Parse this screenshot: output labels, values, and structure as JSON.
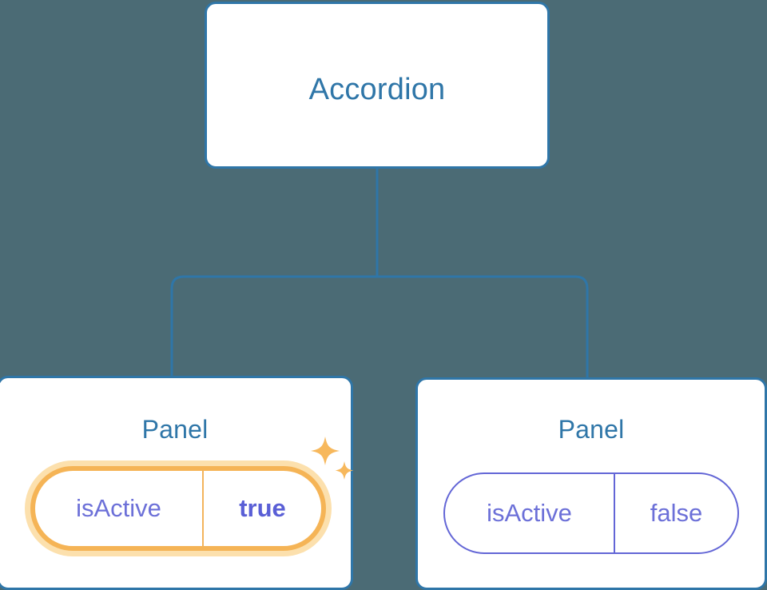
{
  "diagram": {
    "type": "component-tree",
    "background_color": "#4b6b75",
    "edge_color": "#2f76a8",
    "root": {
      "label": "Accordion",
      "title_color": "#2f76a8",
      "border_color": "#2f76a8",
      "fill_color": "#ffffff"
    },
    "children": [
      {
        "label": "Panel",
        "highlighted": true,
        "prop": {
          "key": "isActive",
          "value": "true",
          "value_bold": true,
          "border_color": "#f5b456",
          "glow_color": "#fce0ad",
          "key_color": "#6c70d8",
          "value_color": "#5a5fd6"
        },
        "decoration": "sparkles-icon"
      },
      {
        "label": "Panel",
        "highlighted": false,
        "prop": {
          "key": "isActive",
          "value": "false",
          "value_bold": false,
          "border_color": "#6366d6",
          "key_color": "#6c70d8",
          "value_color": "#6c70d8"
        },
        "decoration": null
      }
    ]
  },
  "colors": {
    "background": "#4b6b75",
    "node_border": "#2f76a8",
    "node_title": "#2f76a8",
    "accent_amber": "#f5b456",
    "accent_amber_glow": "#fce0ad",
    "accent_purple": "#6366d6",
    "accent_purple_light": "#6c70d8",
    "card_fill": "#ffffff"
  }
}
